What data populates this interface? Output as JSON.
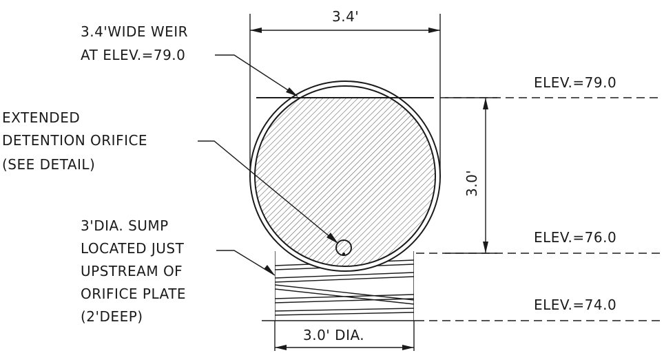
{
  "labels": {
    "weir_line1": "3.4'WIDE WEIR",
    "weir_line2": "AT ELEV.=79.0",
    "orifice_line1": "EXTENDED",
    "orifice_line2": "DETENTION ORIFICE",
    "orifice_line3": "(SEE DETAIL)",
    "sump_line1": "3'DIA. SUMP",
    "sump_line2": "LOCATED JUST",
    "sump_line3": "UPSTREAM OF",
    "sump_line4": "ORIFICE PLATE",
    "sump_line5": "(2'DEEP)"
  },
  "dimensions": {
    "top_width": "3.4'",
    "height": "3.0'",
    "sump_dia": "3.0' DIA."
  },
  "elevations": {
    "weir": "ELEV.=79.0",
    "invert": "ELEV.=76.0",
    "sump_bottom": "ELEV.=74.0"
  },
  "colors": {
    "ink": "#1a1a1a",
    "hatch": "#555555"
  }
}
